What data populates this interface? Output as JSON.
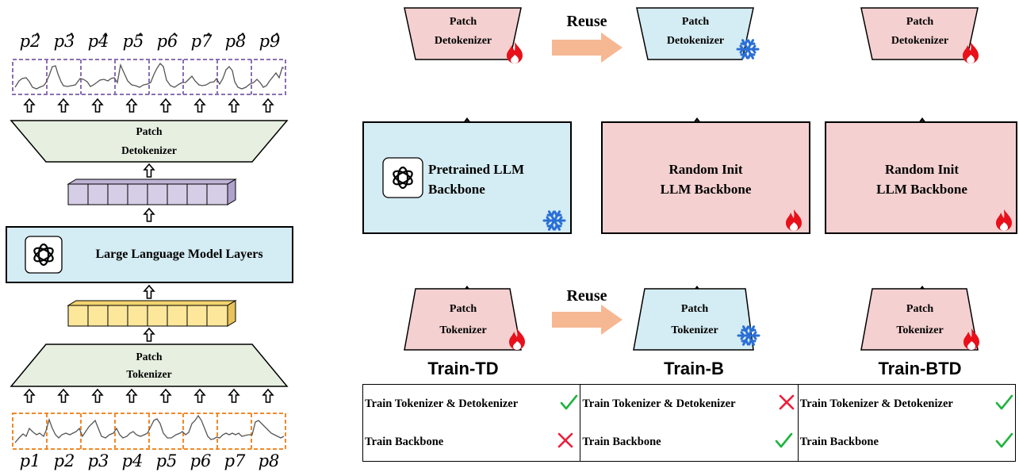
{
  "left_panel": {
    "output_labels": [
      "p2̂",
      "p3̂",
      "p4̂",
      "p5̂",
      "p6̂",
      "p7̂",
      "p8̂",
      "p9̂"
    ],
    "input_labels": [
      "p1",
      "p2",
      "p3",
      "p4",
      "p5",
      "p6",
      "p7",
      "p8"
    ],
    "detokenizer_label": "Patch\nDetokenizer",
    "llm_layers_label": "Large Language Model Layers",
    "tokenizer_label": "Patch\nTokenizer"
  },
  "columns": [
    {
      "title": "Train-TD",
      "detokenizer_label": "Patch\nDetokenizer",
      "detokenizer_state": "fire",
      "backbone_label": "Pretrained LLM\nBackbone",
      "backbone_state": "snowflake",
      "tokenizer_label": "Patch\nTokenizer",
      "tokenizer_state": "fire"
    },
    {
      "title": "Train-B",
      "detokenizer_label": "Patch\nDetokenizer",
      "detokenizer_state": "snowflake",
      "backbone_label": "Random Init\nLLM Backbone",
      "backbone_state": "fire",
      "tokenizer_label": "Patch\nTokenizer",
      "tokenizer_state": "snowflake"
    },
    {
      "title": "Train-BTD",
      "detokenizer_label": "Patch\nDetokenizer",
      "detokenizer_state": "fire",
      "backbone_label": "Random Init\nLLM Backbone",
      "backbone_state": "fire",
      "tokenizer_label": "Patch\nTokenizer",
      "tokenizer_state": "fire"
    }
  ],
  "reuse_top_label": "Reuse",
  "reuse_bottom_label": "Reuse",
  "options_table": [
    [
      {
        "text": "Train Tokenizer & Detokenizer",
        "mark": "check"
      },
      {
        "text": "Train Backbone",
        "mark": "cross"
      }
    ],
    [
      {
        "text": "Train Tokenizer & Detokenizer",
        "mark": "cross"
      },
      {
        "text": "Train Backbone",
        "mark": "check"
      }
    ],
    [
      {
        "text": "Train Tokenizer & Detokenizer",
        "mark": "check"
      },
      {
        "text": "Train Backbone",
        "mark": "check"
      }
    ]
  ],
  "colors": {
    "pink_fill": "#f4d0d0",
    "blue_fill": "#d4ecf3",
    "green_fill": "#e6efe0",
    "token_purple": "#d6cde6",
    "token_yellow": "#fde79b",
    "reuse_arrow": "#f6b893",
    "fire_red": "#e8101a",
    "snow_blue": "#2a6fd6",
    "check_green": "#1fb33e",
    "cross_red": "#ee1d3a",
    "dash_purple": "#8a6fb3",
    "dash_orange": "#f08a2a"
  }
}
